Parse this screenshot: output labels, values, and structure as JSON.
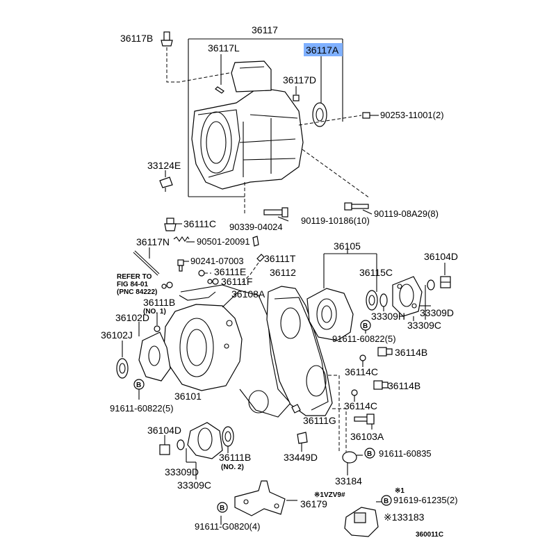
{
  "diagram_id": "360011C",
  "labels": {
    "p36117": "36117",
    "p36117B": "36117B",
    "p36117L": "36117L",
    "p36117A": "36117A",
    "p36117D": "36117D",
    "p90253": "90253-11001(2)",
    "p33124E": "33124E",
    "p90119a": "90119-10186(10)",
    "p90119b": "90119-08A29(8)",
    "p36111C": "36111C",
    "p90339": "90339-04024",
    "p36117N": "36117N",
    "p90501": "90501-20091",
    "p90241": "90241-07003",
    "p36111T": "36111T",
    "p36111E": "36111E",
    "p36111F": "36111F",
    "p36105": "36105",
    "p36112": "36112",
    "p36115C": "36115C",
    "p36104D_r": "36104D",
    "p36108A": "36108A",
    "p36111B_1": "36111B",
    "no1": "(NO. 1)",
    "p36102D": "36102D",
    "p36102J": "36102J",
    "p33309H": "33309H",
    "p33309D_r": "33309D",
    "p33309C_r": "33309C",
    "p91611_r": "91611-60822(5)",
    "p36114B_a": "36114B",
    "p36114C_a": "36114C",
    "p36114B_b": "36114B",
    "p36114C_b": "36114C",
    "p91611_l": "91611-60822(5)",
    "p36101": "36101",
    "p36111G": "36111G",
    "p36103A": "36103A",
    "p36104D_l": "36104D",
    "p36111B_2": "36111B",
    "no2": "(NO. 2)",
    "p33449D": "33449D",
    "p91611_60835": "91611-60835",
    "p33309D_l": "33309D",
    "p33309C_l": "33309C",
    "p33184": "33184",
    "vz": "※1VZV9#",
    "star1": "※1",
    "p91619": "91619-61235(2)",
    "p33183": "※133183",
    "p36179": "36179",
    "p91611_g": "91611-G0820(4)",
    "refer1": "REFER TO",
    "refer2": "FIG 84-01",
    "refer3": "(PNC 84222)",
    "b_circle": "B",
    "footer_code": "360011C"
  },
  "highlight": {
    "part": "36117A",
    "color": "#7fb0ff"
  }
}
